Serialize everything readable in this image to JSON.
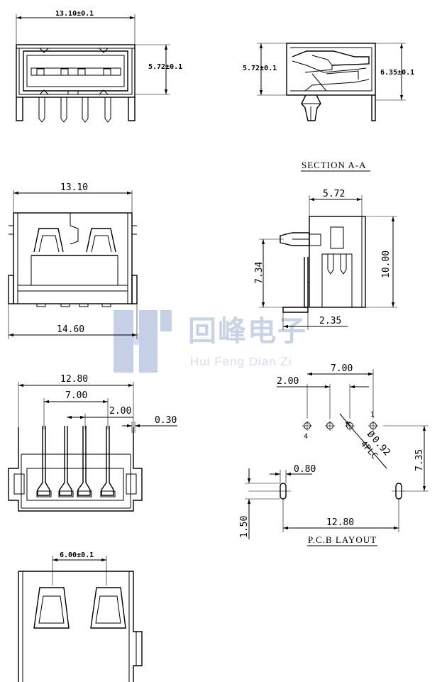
{
  "watermark": {
    "logo": "HF",
    "company": "回峰电子",
    "pinyin": "Hui Feng Dian Zi"
  },
  "front_view_top": {
    "width": "13.10±0.1",
    "height": "5.72±0.1"
  },
  "side_view": {
    "height_left": "5.72±0.1",
    "height_right": "6.35±0.1"
  },
  "section_aa": {
    "title": "SECTION  A-A",
    "width": "5.72",
    "height": "10.00",
    "pin_height": "7.34",
    "pin_offset": "2.35"
  },
  "front_view_mid": {
    "top_width": "13.10",
    "bottom_width": "14.60"
  },
  "bottom_view": {
    "overall": "12.80",
    "pin_span": "7.00",
    "pin_pitch": "2.00",
    "pin_width": "0.30"
  },
  "pcb_layout": {
    "title": "P.C.B  LAYOUT",
    "pin_span": "7.00",
    "pin_pitch": "2.00",
    "hole_dia": "0.92",
    "hole_qty": "4PLC",
    "hole_dia_symbol": "Ø",
    "pin_label_left": "4",
    "pin_label_right": "1",
    "depth": "7.35",
    "slot_width": "0.80",
    "slot_length": "1.50",
    "slot_span": "12.80"
  },
  "top_view": {
    "opening": "6.00±0.1"
  }
}
